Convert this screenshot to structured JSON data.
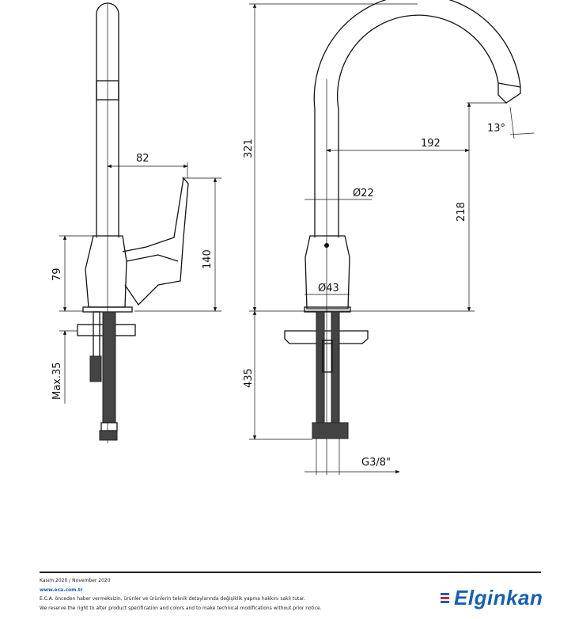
{
  "dimensions": {
    "side_handle_reach": "82",
    "side_height": "140",
    "body_height": "79",
    "max_counter": "Max.35",
    "total_height": "321",
    "spout_reach": "192",
    "angle": "13°",
    "spout_clearance": "218",
    "tube_diameter": "Ø22",
    "body_diameter": "Ø43",
    "rod_length": "435",
    "thread": "G3/8\""
  },
  "footer": {
    "date": "Kasım 2020 / November 2020",
    "url": "www.eca.com.tr",
    "disclaimer_tr": "E.C.A. önceden haber vermeksizin, ürünler ve ürünlerin teknik detaylarında değişiklik yapma hakkını saklı tutar.",
    "disclaimer_en": "We reserve the right to alter product specification and colors and to make technical modifications without prior notice.",
    "brand": "Elginkan"
  },
  "colors": {
    "brand_blue": "#1a5fb0",
    "brand_red": "#d22"
  }
}
